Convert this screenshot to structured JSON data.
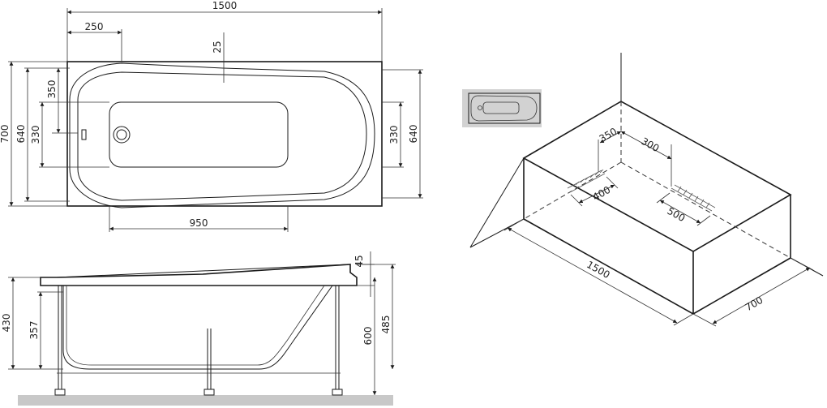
{
  "top_view": {
    "length": "1500",
    "headrest_offset": "250",
    "rim_offset": "25",
    "width": "700",
    "inner_width_left": "640",
    "inner_depth_left": "350",
    "bottom_width_left": "330",
    "bottom_width_right": "330",
    "inner_width_right": "640",
    "bottom_length": "950"
  },
  "side_view": {
    "height_left": "430",
    "inner_depth_left": "357",
    "rim_height": "45",
    "height_right": "485",
    "total_height": "600"
  },
  "iso_view": {
    "length": "1500",
    "width": "700",
    "left_pad_offset": "350",
    "right_pad_offset": "300",
    "left_pad_width": "400",
    "right_pad_width": "500"
  },
  "colors": {
    "line": "#1a1a1a",
    "floor": "#c8c8c8",
    "thumb_bg": "#d2d2d2"
  }
}
